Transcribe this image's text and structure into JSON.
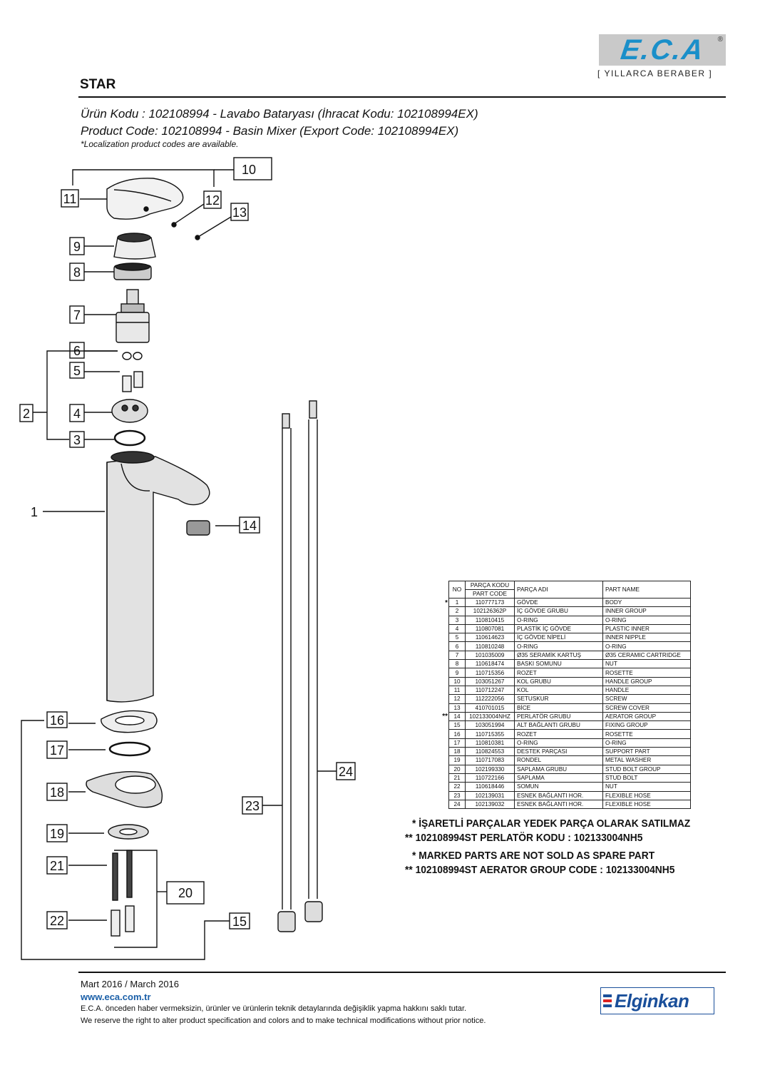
{
  "header": {
    "logo": "E.C.A",
    "slogan": "[ YILLARCA BERABER ]",
    "series": "STAR",
    "code_tr": "Ürün Kodu : 102108994 - Lavabo Bataryası (İhracat Kodu: 102108994EX)",
    "code_en": "Product Code: 102108994 - Basin Mixer (Export Code: 102108994EX)",
    "localization": "*Localization product codes are available."
  },
  "callouts": {
    "n1": "1",
    "n2": "2",
    "n3": "3",
    "n4": "4",
    "n5": "5",
    "n6": "6",
    "n7": "7",
    "n8": "8",
    "n9": "9",
    "n10": "10",
    "n11": "11",
    "n12": "12",
    "n13": "13",
    "n14": "14",
    "n15": "15",
    "n16": "16",
    "n17": "17",
    "n18": "18",
    "n19": "19",
    "n20": "20",
    "n21": "21",
    "n22": "22",
    "n23": "23",
    "n24": "24"
  },
  "table": {
    "head": {
      "no": "NO",
      "code_tr": "PARÇA KODU",
      "code_en": "PART CODE",
      "name_tr": "PARÇA ADI",
      "name_en": "PART NAME"
    },
    "rows": [
      {
        "mark": "*",
        "no": "1",
        "code": "110777173",
        "tr": "GÖVDE",
        "en": "BODY"
      },
      {
        "mark": "",
        "no": "2",
        "code": "102126362P",
        "tr": "İÇ GÖVDE GRUBU",
        "en": "INNER GROUP"
      },
      {
        "mark": "",
        "no": "3",
        "code": "110810415",
        "tr": "O-RING",
        "en": "O-RING"
      },
      {
        "mark": "",
        "no": "4",
        "code": "110807081",
        "tr": "PLASTİK İÇ GÖVDE",
        "en": "PLASTIC INNER"
      },
      {
        "mark": "",
        "no": "5",
        "code": "110614623",
        "tr": "İÇ GÖVDE NİPELİ",
        "en": "INNER NIPPLE"
      },
      {
        "mark": "",
        "no": "6",
        "code": "110810248",
        "tr": "O-RING",
        "en": "O-RING"
      },
      {
        "mark": "",
        "no": "7",
        "code": "101035009",
        "tr": "Ø35 SERAMİK KARTUŞ",
        "en": "Ø35 CERAMIC CARTRIDGE"
      },
      {
        "mark": "",
        "no": "8",
        "code": "110618474",
        "tr": "BASKI SOMUNU",
        "en": "NUT"
      },
      {
        "mark": "",
        "no": "9",
        "code": "110715356",
        "tr": "ROZET",
        "en": "ROSETTE"
      },
      {
        "mark": "",
        "no": "10",
        "code": "103051267",
        "tr": "KOL GRUBU",
        "en": "HANDLE GROUP"
      },
      {
        "mark": "",
        "no": "11",
        "code": "110712247",
        "tr": "KOL",
        "en": "HANDLE"
      },
      {
        "mark": "",
        "no": "12",
        "code": "112222056",
        "tr": "SETUSKUR",
        "en": "SCREW"
      },
      {
        "mark": "",
        "no": "13",
        "code": "410701015",
        "tr": "BİCE",
        "en": "SCREW COVER"
      },
      {
        "mark": "**",
        "no": "14",
        "code": "102133004NHZ",
        "tr": "PERLATÖR GRUBU",
        "en": "AERATOR GROUP"
      },
      {
        "mark": "",
        "no": "15",
        "code": "103051994",
        "tr": "ALT BAĞLANTI GRUBU",
        "en": "FIXING GROUP"
      },
      {
        "mark": "",
        "no": "16",
        "code": "110715355",
        "tr": "ROZET",
        "en": "ROSETTE"
      },
      {
        "mark": "",
        "no": "17",
        "code": "110810381",
        "tr": "O-RING",
        "en": "O-RING"
      },
      {
        "mark": "",
        "no": "18",
        "code": "110824553",
        "tr": "DESTEK PARÇASI",
        "en": "SUPPORT PART"
      },
      {
        "mark": "",
        "no": "19",
        "code": "110717083",
        "tr": "RONDEL",
        "en": "METAL WASHER"
      },
      {
        "mark": "",
        "no": "20",
        "code": "102199330",
        "tr": "SAPLAMA GRUBU",
        "en": "STUD BOLT GROUP"
      },
      {
        "mark": "",
        "no": "21",
        "code": "110722166",
        "tr": "SAPLAMA",
        "en": "STUD BOLT"
      },
      {
        "mark": "",
        "no": "22",
        "code": "110618446",
        "tr": "SOMUN",
        "en": "NUT"
      },
      {
        "mark": "",
        "no": "23",
        "code": "102139031",
        "tr": "ESNEK BAĞLANTI HOR.",
        "en": "FLEXIBLE HOSE"
      },
      {
        "mark": "",
        "no": "24",
        "code": "102139032",
        "tr": "ESNEK BAĞLANTI HOR.",
        "en": "FLEXIBLE HOSE"
      }
    ]
  },
  "notes": {
    "tr1": "* İŞARETLİ PARÇALAR YEDEK PARÇA OLARAK SATILMAZ",
    "tr2": "** 102108994ST PERLATÖR KODU : 102133004NH5",
    "en1": "* MARKED PARTS ARE NOT SOLD AS SPARE PART",
    "en2": "** 102108994ST AERATOR GROUP CODE : 102133004NH5"
  },
  "footer": {
    "date": "Mart 2016 / March 2016",
    "web": "www.eca.com.tr",
    "disclaimer_tr": "E.C.A. önceden haber vermeksizin, ürünler ve ürünlerin teknik detaylarında değişiklik yapma hakkını saklı tutar.",
    "disclaimer_en": "We reserve the right to alter product specification and colors and to make technical modifications without prior notice.",
    "partner": "Elginkan"
  }
}
